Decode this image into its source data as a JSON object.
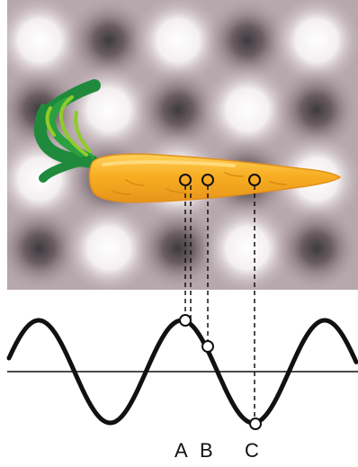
{
  "figure": {
    "background_pattern": {
      "rows": 4,
      "cols": 5,
      "light_spot_color": "#ffffff",
      "dark_spot_color": "#3d3a3d",
      "mid_color": "#b7a8ad"
    },
    "carrot": {
      "body_color": "#f5a81c",
      "body_highlight": "#ffcc4a",
      "leaf_color_dark": "#1f8a3c",
      "leaf_color_light": "#8fcc2a"
    },
    "wave": {
      "color": "#111111",
      "cycles": 2.5
    },
    "points": [
      {
        "id": "A",
        "label": "A"
      },
      {
        "id": "B",
        "label": "B"
      },
      {
        "id": "C",
        "label": "C"
      }
    ]
  }
}
